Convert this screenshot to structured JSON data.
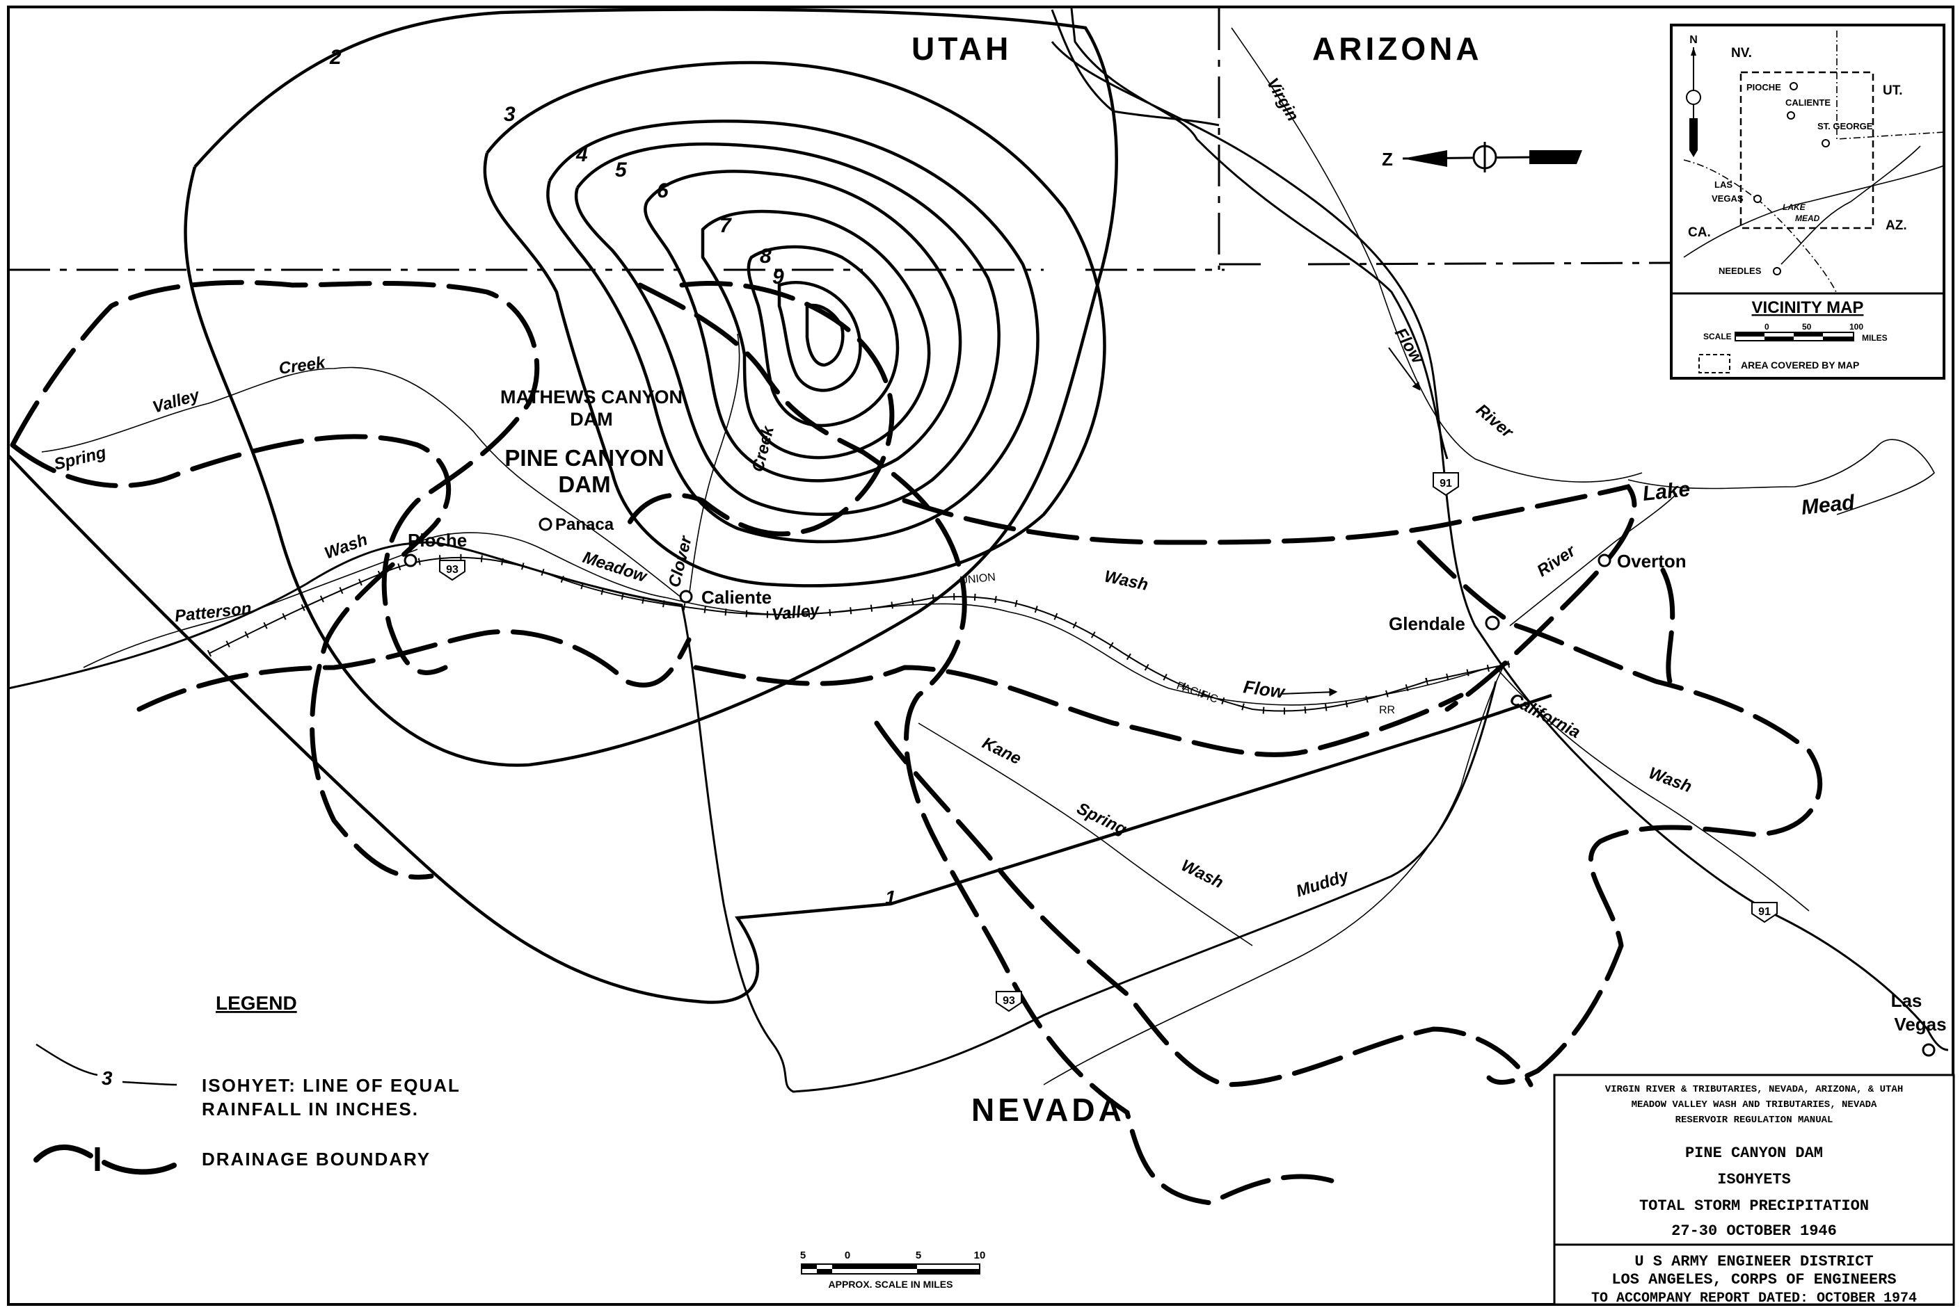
{
  "states": {
    "utah": "UTAH",
    "arizona": "ARIZONA",
    "nevada": "NEVADA"
  },
  "dams": {
    "mathews_line1": "MATHEWS CANYON",
    "mathews_line2": "DAM",
    "pine_line1": "PINE CANYON",
    "pine_line2": "DAM"
  },
  "towns": {
    "pioche": "Pioche",
    "panaca": "Panaca",
    "caliente": "Caliente",
    "glendale": "Glendale",
    "overton": "Overton",
    "las_vegas_1": "Las",
    "las_vegas_2": "Vegas"
  },
  "waterways": {
    "spring": "Spring",
    "valley_top": "Valley",
    "creek_top": "Creek",
    "wash_left": "Wash",
    "patterson": "Patterson",
    "meadow": "Meadow",
    "valley_mid": "Valley",
    "clover": "Clover",
    "creek_mid": "Creek",
    "wash_mid": "Wash",
    "flow_mid": "Flow",
    "kane": "Kane",
    "spring_mid": "Spring",
    "wash_low": "Wash",
    "muddy": "Muddy",
    "virgin": "Virgin",
    "flow_top": "Flow",
    "river_top": "River",
    "lake": "Lake",
    "mead": "Mead",
    "river_low": "River",
    "california": "California",
    "wash_right": "Wash"
  },
  "railroad": {
    "union": "UNION",
    "pacific": "PACIFIC",
    "rr": "RR"
  },
  "highways": {
    "us93_a": "93",
    "us93_b": "93",
    "us91_a": "91",
    "us91_b": "91"
  },
  "isohyets": [
    "1",
    "2",
    "3",
    "4",
    "5",
    "6",
    "7",
    "8",
    "9"
  ],
  "north_arrow": {
    "letter": "N"
  },
  "compass_z": "Z",
  "vicinity_map": {
    "title": "VICINITY MAP",
    "nv": "NV.",
    "ut": "UT.",
    "ca": "CA.",
    "az": "AZ.",
    "pioche": "PIOCHE",
    "caliente": "CALIENTE",
    "st_george": "ST. GEORGE",
    "las": "LAS",
    "vegas": "VEGAS",
    "lake": "LAKE",
    "mead": "MEAD",
    "needles": "NEEDLES",
    "scale_label": "SCALE",
    "miles_label": "MILES",
    "tick_0": "0",
    "tick_50": "50",
    "tick_100": "100",
    "area_covered": "AREA COVERED BY MAP"
  },
  "legend": {
    "title": "LEGEND",
    "isohyet_sample": "3",
    "isohyet_line1": "ISOHYET: LINE OF EQUAL",
    "isohyet_line2": "RAINFALL IN INCHES.",
    "drainage": "DRAINAGE BOUNDARY"
  },
  "scale_bar": {
    "t5a": "5",
    "t0": "0",
    "t5b": "5",
    "t10": "10",
    "label": "APPROX. SCALE IN MILES"
  },
  "title_block": {
    "line1": "VIRGIN RIVER & TRIBUTARIES, NEVADA, ARIZONA, & UTAH",
    "line2": "MEADOW VALLEY WASH AND TRIBUTARIES, NEVADA",
    "line3": "RESERVOIR REGULATION MANUAL",
    "line4": "PINE CANYON DAM",
    "line5": "ISOHYETS",
    "line6": "TOTAL STORM PRECIPITATION",
    "line7": "27-30 OCTOBER 1946",
    "line8": "U S ARMY ENGINEER DISTRICT",
    "line9": "LOS ANGELES, CORPS OF ENGINEERS",
    "line10": "TO ACCOMPANY REPORT DATED: OCTOBER 1974"
  }
}
